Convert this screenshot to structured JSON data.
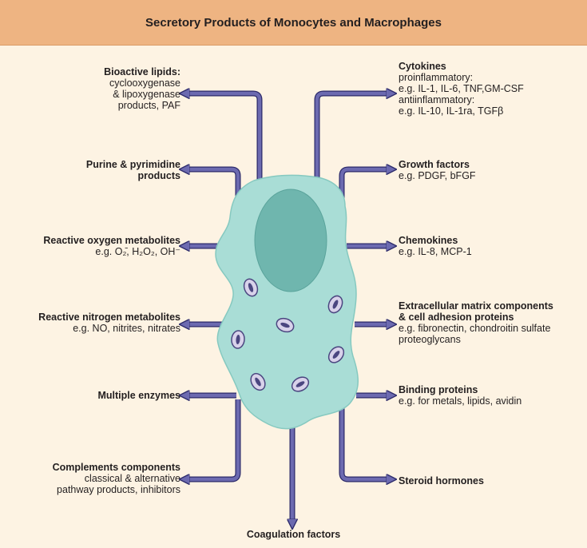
{
  "title": "Secretory Products of Monocytes and Macrophages",
  "colors": {
    "header_bg": "#eeb482",
    "page_bg": "#fdf3e3",
    "arrow_fill": "#6c6ab0",
    "arrow_stroke": "#2c2a6a",
    "cell_fill": "#a9ddd6",
    "cell_stroke": "#7cc4bb",
    "nucleus_fill": "#6fb6ae",
    "granule_fill": "#d8d2ea",
    "granule_stroke": "#4b4680"
  },
  "left_labels": [
    {
      "title": "Bioactive lipids:",
      "lines": [
        "cyclooxygenase",
        "& lipoxygenase",
        "products, PAF"
      ]
    },
    {
      "title": "Purine & pyrimidine",
      "lines": [
        "products"
      ]
    },
    {
      "title": "Reactive oxygen metabolites",
      "lines": [
        "e.g. O₂̄, H₂O₂, OH⁻"
      ]
    },
    {
      "title": "Reactive nitrogen metabolites",
      "lines": [
        "e.g. NO, nitrites, nitrates"
      ]
    },
    {
      "title": "Multiple enzymes",
      "lines": []
    },
    {
      "title": "Complements components",
      "lines": [
        "classical & alternative",
        "pathway products, inhibitors"
      ]
    }
  ],
  "right_labels": [
    {
      "title": "Cytokines",
      "lines": [
        "proinflammatory:",
        "e.g. IL-1, IL-6, TNF,GM-CSF",
        "antiinflammatory:",
        "e.g. IL-10, IL-1ra, TGFβ"
      ]
    },
    {
      "title": "Growth factors",
      "lines": [
        "e.g. PDGF, bFGF"
      ]
    },
    {
      "title": "Chemokines",
      "lines": [
        "e.g. IL-8, MCP-1"
      ]
    },
    {
      "title": "Extracellular matrix components",
      "lines": [
        "& cell adhesion proteins",
        "e.g. fibronectin, chondroitin sulfate",
        "proteoglycans"
      ]
    },
    {
      "title": "Binding proteins",
      "lines": [
        "e.g. for metals, lipids, avidin"
      ]
    },
    {
      "title": "Steroid hormones",
      "lines": []
    }
  ],
  "bottom_label": "Coagulation factors"
}
